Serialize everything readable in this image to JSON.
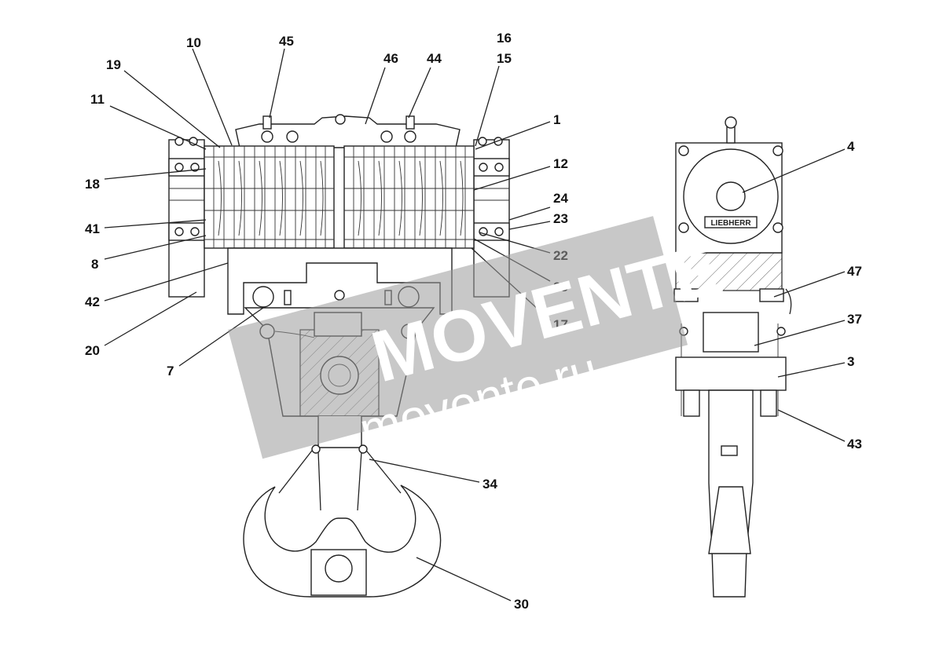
{
  "diagram": {
    "callouts": {
      "c1": "1",
      "c3": "3",
      "c4": "4",
      "c7": "7",
      "c8": "8",
      "c10": "10",
      "c11": "11",
      "c12": "12",
      "c15": "15",
      "c16": "16",
      "c17": "17",
      "c18": "18",
      "c19": "19",
      "c20": "20",
      "c22": "22",
      "c23": "23",
      "c24": "24",
      "c25": "25",
      "c30": "30",
      "c34": "34",
      "c37": "37",
      "c41": "41",
      "c42": "42",
      "c43": "43",
      "c44": "44",
      "c45": "45",
      "c46": "46",
      "c47": "47"
    },
    "nameplate": "LIEBHERR"
  },
  "watermark": {
    "brand": "MOVENTE",
    "url": "movente.ru"
  }
}
